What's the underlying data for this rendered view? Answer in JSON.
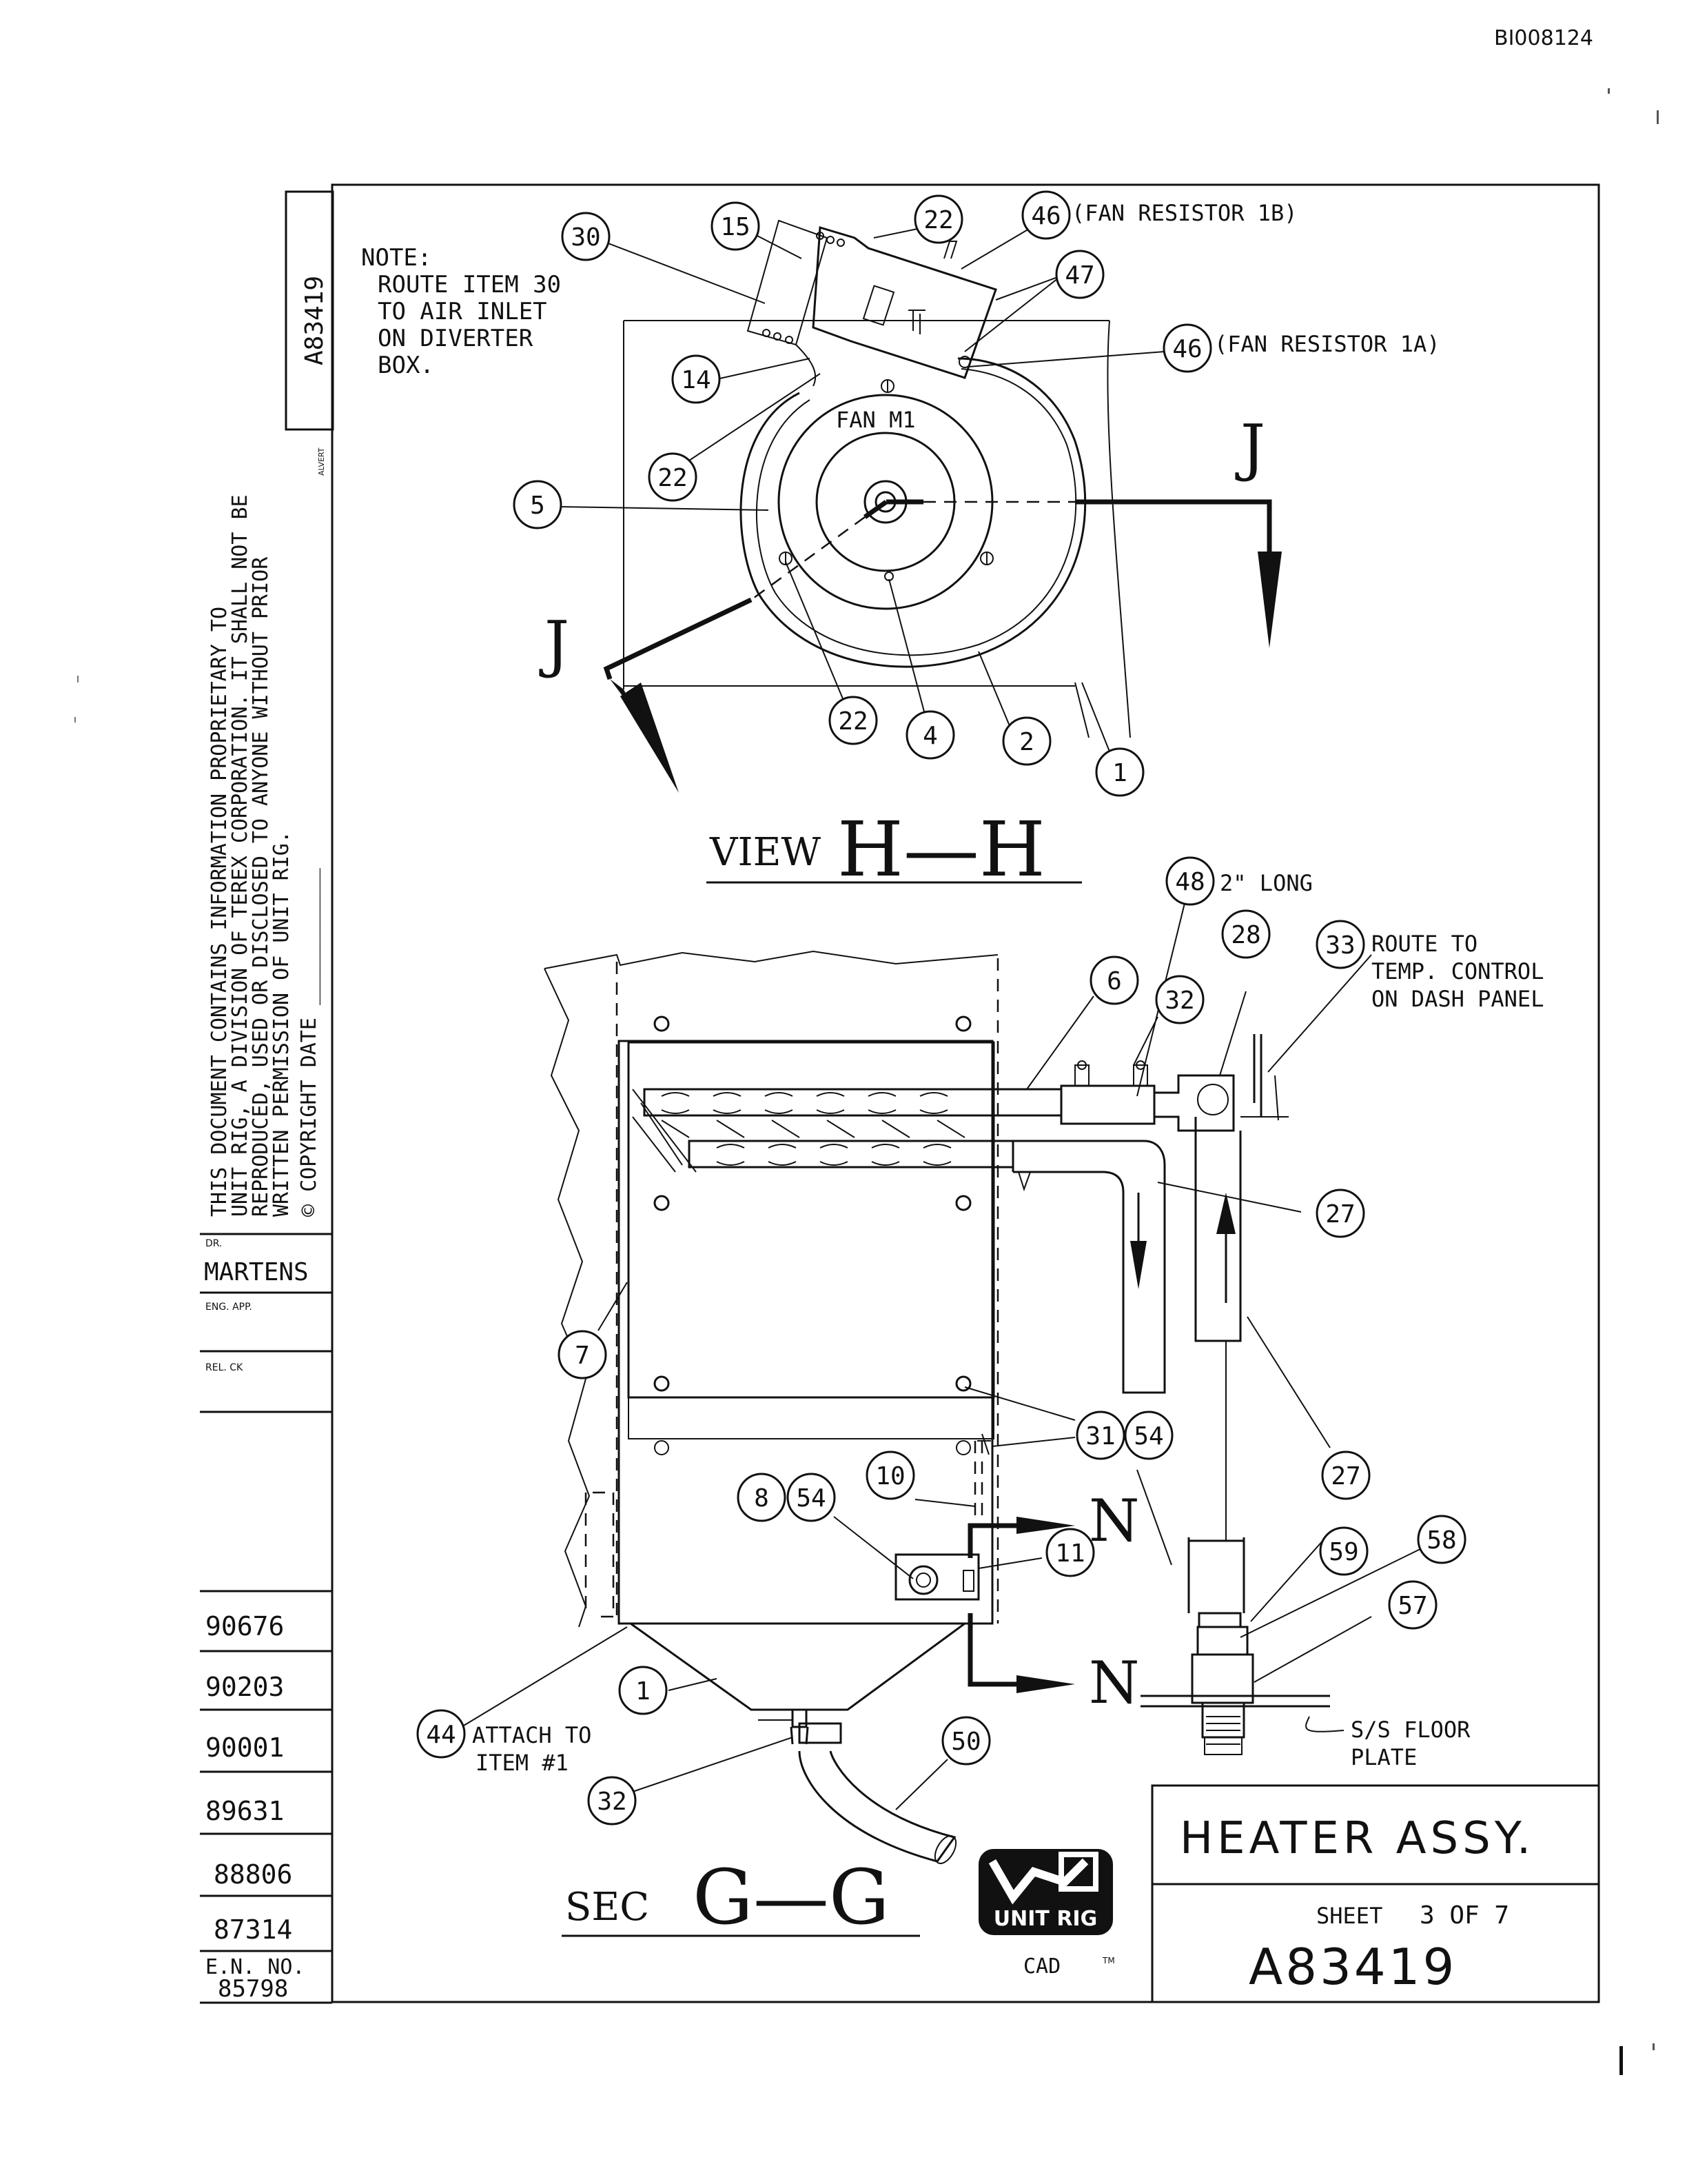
{
  "doc_id": "BI008124",
  "drawing_number_rotated": "A83419",
  "alvert_stamp": "ALVERT",
  "note": {
    "lines": [
      "NOTE:",
      "ROUTE ITEM 30",
      "TO AIR INLET",
      "ON DIVERTER",
      "BOX."
    ]
  },
  "proprietary": {
    "lines": [
      "THIS DOCUMENT CONTAINS INFORMATION PROPRIETARY TO",
      "UNIT RIG, A DIVISION OF TEREX CORPORATION. IT SHALL NOT BE",
      "REPRODUCED, USED OR DISCLOSED TO ANYONE WITHOUT PRIOR",
      "WRITTEN PERMISSION OF UNIT RIG.",
      "© COPYRIGHT DATE ___________"
    ]
  },
  "left_block": {
    "dr_label": "DR.",
    "dr_name": "MARTENS",
    "eng_app_label": "ENG. APP.",
    "rel_ck_label": "REL. CK",
    "en_numbers": [
      "90676",
      "90203",
      "90001",
      "89631",
      "88806",
      "87314"
    ],
    "en_no_label": "E.N. NO.",
    "en_no_value": "85798"
  },
  "view_hh": {
    "title_prefix": "VIEW",
    "title_section": "H—H",
    "fan_label": "FAN M1",
    "section_letter": "J",
    "fan_resistor_1b": "(FAN RESISTOR 1B)",
    "fan_resistor_1a": "(FAN RESISTOR 1A)",
    "bubbles": [
      "30",
      "15",
      "22",
      "46",
      "47",
      "46",
      "14",
      "22",
      "5",
      "22",
      "4",
      "2",
      "1"
    ]
  },
  "sec_gg": {
    "title_prefix": "SEC",
    "title_section": "G—G",
    "section_letter": "N",
    "callout_48": "2\" LONG",
    "callout_33_lines": [
      "ROUTE TO",
      "TEMP. CONTROL",
      "ON DASH PANEL"
    ],
    "callout_44_lines": [
      "ATTACH TO",
      "ITEM #1"
    ],
    "floor_plate_lines": [
      "S/S FLOOR",
      "PLATE"
    ],
    "bubbles": [
      "48",
      "28",
      "33",
      "6",
      "32",
      "27",
      "7",
      "31",
      "54",
      "27",
      "10",
      "8",
      "54",
      "11",
      "59",
      "58",
      "57",
      "1",
      "44",
      "50",
      "32"
    ]
  },
  "title_block": {
    "title": "HEATER ASSY.",
    "sheet_label": "SHEET",
    "sheet_value": "3 OF 7",
    "drawing_number": "A83419",
    "logo_text": "UNIT RIG",
    "cad_label": "CAD",
    "tm_mark": "TM"
  }
}
